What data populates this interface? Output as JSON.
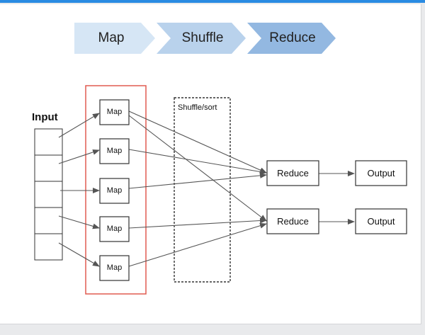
{
  "stages": [
    "Map",
    "Shuffle",
    "Reduce"
  ],
  "diagram": {
    "input_label": "Input",
    "map_label": "Map",
    "shuffle_label": "Shuffle/sort",
    "reduce_label": "Reduce",
    "output_label": "Output"
  },
  "colors": {
    "top_bar": "#2a8be2",
    "stage_map": "#d6e6f5",
    "stage_shuffle": "#b9d2ec",
    "stage_reduce": "#93b8e1",
    "map_frame": "#e05b50",
    "arrow": "#555555"
  }
}
